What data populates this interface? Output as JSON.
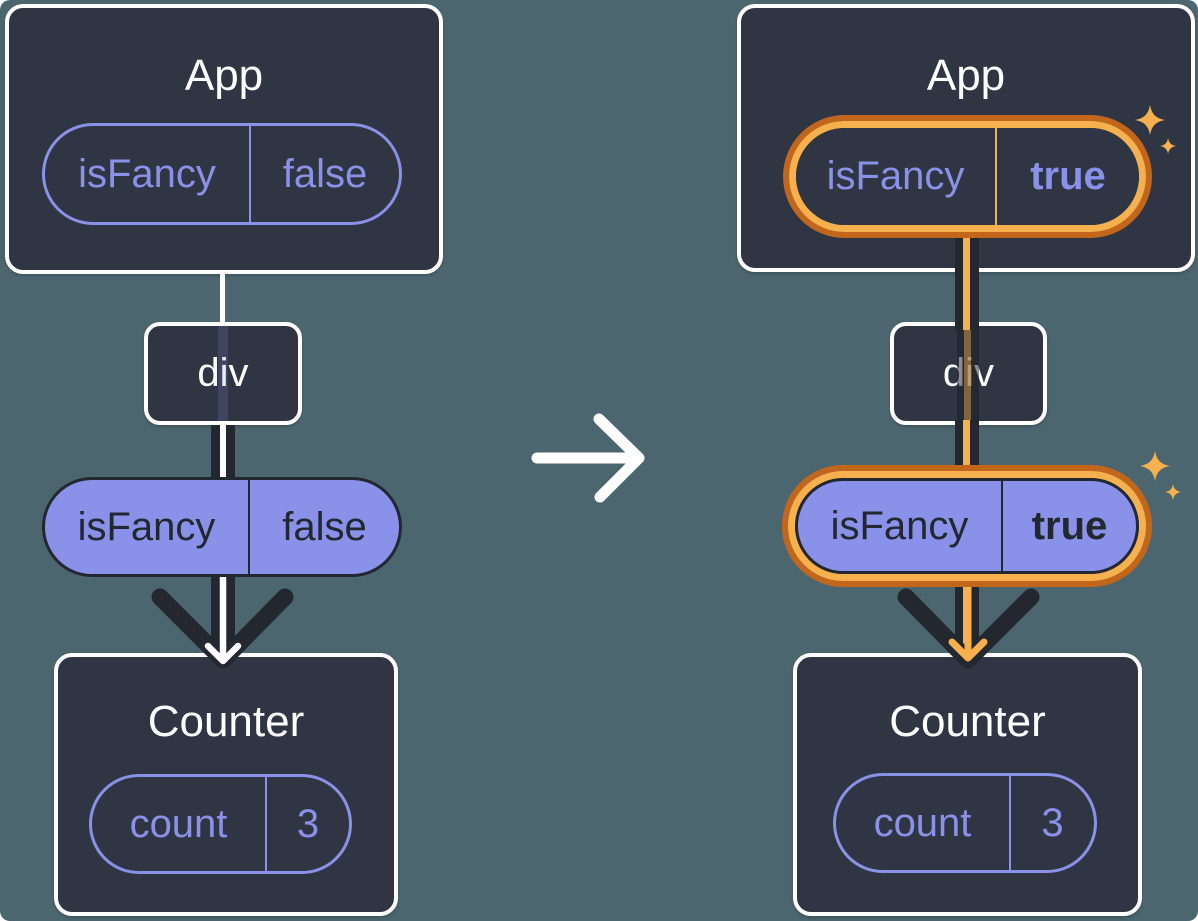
{
  "colors": {
    "background": "#4C6670",
    "box_fill": "#2F3542",
    "box_border": "#FFFFFF",
    "purple": "#8A91E8",
    "dark": "#232730",
    "orange_light": "#F6B04E",
    "orange_dark": "#C2661B",
    "white_line": "#FFFFFF"
  },
  "trees": [
    {
      "app": {
        "title": "App",
        "prop": {
          "name": "isFancy",
          "value": "false"
        }
      },
      "div_node": {
        "label": "div"
      },
      "passed_prop": {
        "name": "isFancy",
        "value": "false"
      },
      "counter": {
        "title": "Counter",
        "state": {
          "name": "count",
          "value": "3"
        }
      },
      "highlighted": false
    },
    {
      "app": {
        "title": "App",
        "prop": {
          "name": "isFancy",
          "value": "true"
        }
      },
      "div_node": {
        "label": "div"
      },
      "passed_prop": {
        "name": "isFancy",
        "value": "true"
      },
      "counter": {
        "title": "Counter",
        "state": {
          "name": "count",
          "value": "3"
        }
      },
      "highlighted": true
    }
  ],
  "icons": {
    "transition": "right-arrow-icon",
    "highlight": "sparkle-icon",
    "flow": "down-arrow-icon"
  }
}
